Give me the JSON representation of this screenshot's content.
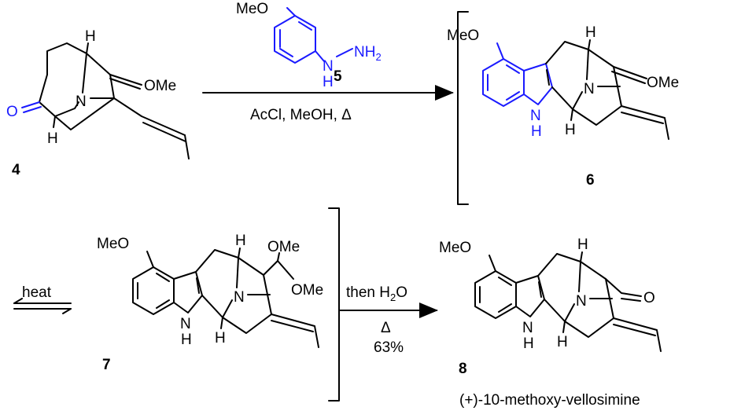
{
  "colors": {
    "highlight": "#1a1aff",
    "ink": "#000000"
  },
  "compound4": {
    "number": "4",
    "h_top": "H",
    "h_bottom": "H",
    "n": "N",
    "ome": "OMe",
    "o": "O"
  },
  "compound5": {
    "number": "5",
    "meo": "MeO",
    "h": "H",
    "n": "N",
    "nh": "NH",
    "sub2": "2"
  },
  "step1": {
    "conditions": "AcCl, MeOH, Δ"
  },
  "compound6": {
    "number": "6",
    "meo": "MeO",
    "nh_n": "N",
    "nh_h": "H",
    "h_top": "H",
    "h_bottom": "H",
    "n": "N",
    "ome": "OMe"
  },
  "equilibrium": {
    "label": "heat"
  },
  "compound7": {
    "number": "7",
    "meo": "MeO",
    "nh_n": "N",
    "nh_h": "H",
    "h_top": "H",
    "h_bottom": "H",
    "n": "N",
    "ome1": "OMe",
    "ome2": "OMe"
  },
  "step2": {
    "conditions_prefix": "then H",
    "sub2": "2",
    "conditions_suffix": "O",
    "heat": "Δ",
    "yield": "63%"
  },
  "compound8": {
    "number": "8",
    "meo": "MeO",
    "nh_n": "N",
    "nh_h": "H",
    "h_top": "H",
    "h_bottom": "H",
    "n": "N",
    "o": "O",
    "name": "(+)-10-methoxy-vellosimine"
  }
}
